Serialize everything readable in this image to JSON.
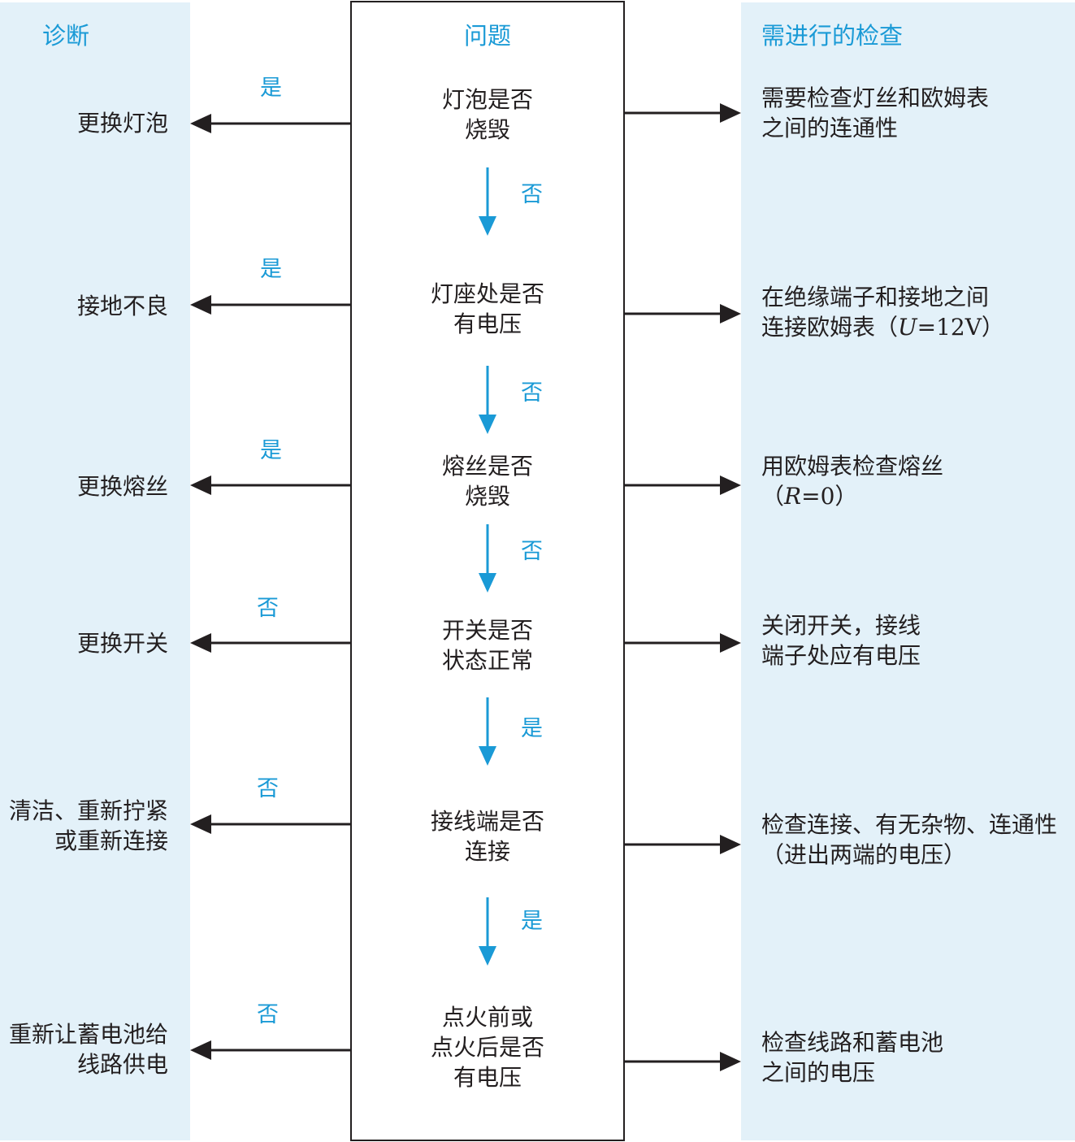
{
  "headers": {
    "diagnosis": "诊断",
    "question": "问题",
    "checks": "需进行的检查"
  },
  "colors": {
    "panel": "#e3f1f9",
    "accent": "#1a9ad6",
    "ink": "#231f20"
  },
  "rows": [
    {
      "question": [
        "灯泡是否",
        "烧毁"
      ],
      "side_label": "是",
      "diagnosis": [
        "更换灯泡"
      ],
      "check": [
        "需要检查灯丝和欧姆表",
        "之间的连通性"
      ],
      "down_label": "否"
    },
    {
      "question": [
        "灯座处是否",
        "有电压"
      ],
      "side_label": "是",
      "diagnosis": [
        "接地不良"
      ],
      "check": [
        "在绝缘端子和接地之间",
        "连接欧姆表（U=12V）"
      ],
      "down_label": "否"
    },
    {
      "question": [
        "熔丝是否",
        "烧毁"
      ],
      "side_label": "是",
      "diagnosis": [
        "更换熔丝"
      ],
      "check": [
        "用欧姆表检查熔丝",
        "（R=0）"
      ],
      "down_label": "否"
    },
    {
      "question": [
        "开关是否",
        "状态正常"
      ],
      "side_label": "否",
      "diagnosis": [
        "更换开关"
      ],
      "check": [
        "关闭开关，接线",
        "端子处应有电压"
      ],
      "down_label": "是"
    },
    {
      "question": [
        "接线端是否",
        "连接"
      ],
      "side_label": "否",
      "diagnosis": [
        "清洁、重新拧紧",
        "或重新连接"
      ],
      "check": [
        "检查连接、有无杂物、连通性",
        "（进出两端的电压）"
      ],
      "down_label": "是"
    },
    {
      "question": [
        "点火前或",
        "点火后是否",
        "有电压"
      ],
      "side_label": "否",
      "diagnosis": [
        "重新让蓄电池给",
        "线路供电"
      ],
      "check": [
        "检查线路和蓄电池",
        "之间的电压"
      ]
    }
  ]
}
